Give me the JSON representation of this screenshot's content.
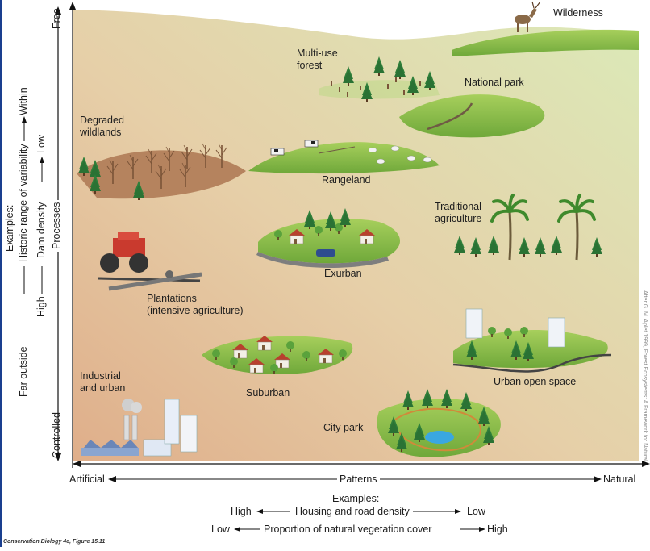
{
  "colors": {
    "left_border": "#1a3f8f",
    "bg_artificial": "#e2b896",
    "bg_natural": "#e3eec9",
    "grass": "#8fbf4a",
    "dirt": "#b5835e",
    "tree": "#2f7f3a"
  },
  "landscapes": {
    "wilderness": [
      "Wilderness"
    ],
    "multi_use_forest": [
      "Multi-use",
      "forest"
    ],
    "national_park": [
      "National park"
    ],
    "degraded_wildlands": [
      "Degraded",
      "wildlands"
    ],
    "rangeland": [
      "Rangeland"
    ],
    "traditional_agriculture": [
      "Traditional",
      "agriculture"
    ],
    "exurban": [
      "Exurban"
    ],
    "plantations": [
      "Plantations",
      "(intensive agriculture)"
    ],
    "suburban": [
      "Suburban"
    ],
    "urban_open_space": [
      "Urban open space"
    ],
    "industrial_urban": [
      "Industrial",
      "and urban"
    ],
    "city_park": [
      "City park"
    ]
  },
  "x_axis": {
    "left": "Artificial",
    "center": "Patterns",
    "right": "Natural",
    "examples_title": "Examples:",
    "ex1": {
      "left": "High",
      "middle": "Housing and road density",
      "right": "Low"
    },
    "ex2": {
      "left": "Low",
      "middle": "Proportion of natural vegetation cover",
      "right": "High"
    }
  },
  "y_axis": {
    "top": "Free",
    "center": "Processes",
    "bottom": "Controlled",
    "examples_title": "Examples:",
    "ex1": {
      "bottom": "Far outside",
      "middle": "Historic range of variability",
      "top": "Within"
    },
    "ex2": {
      "bottom": "High",
      "middle": "Dam density",
      "top": "Low"
    }
  },
  "credit": "Conservation Biology 4e, Figure 15.11",
  "side_credit": "After G. M. Aplet 1999, Forest Ecosystems: A Framework for Natural"
}
